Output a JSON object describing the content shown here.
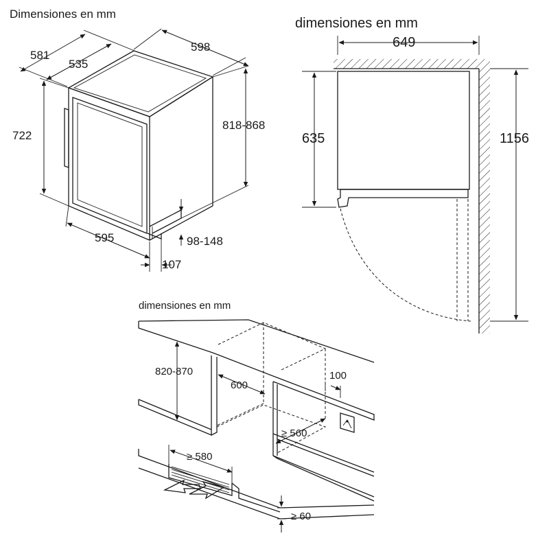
{
  "view1": {
    "title": "Dimensiones en mm",
    "depth_total": "581",
    "depth_body": "535",
    "width_top": "598",
    "height_range": "818-868",
    "height_body": "722",
    "width_front": "595",
    "foot_range": "98-148",
    "foot_depth": "107"
  },
  "view2": {
    "title": "dimensiones en mm",
    "width": "649",
    "height_body": "635",
    "height_total": "1156"
  },
  "view3": {
    "title": "dimensiones en mm",
    "niche_height": "820-870",
    "niche_depth": "600",
    "outlet_offset": "100",
    "niche_width": "≥ 560",
    "vent_width": "≥ 580",
    "vent_gap": "≥ 60"
  }
}
